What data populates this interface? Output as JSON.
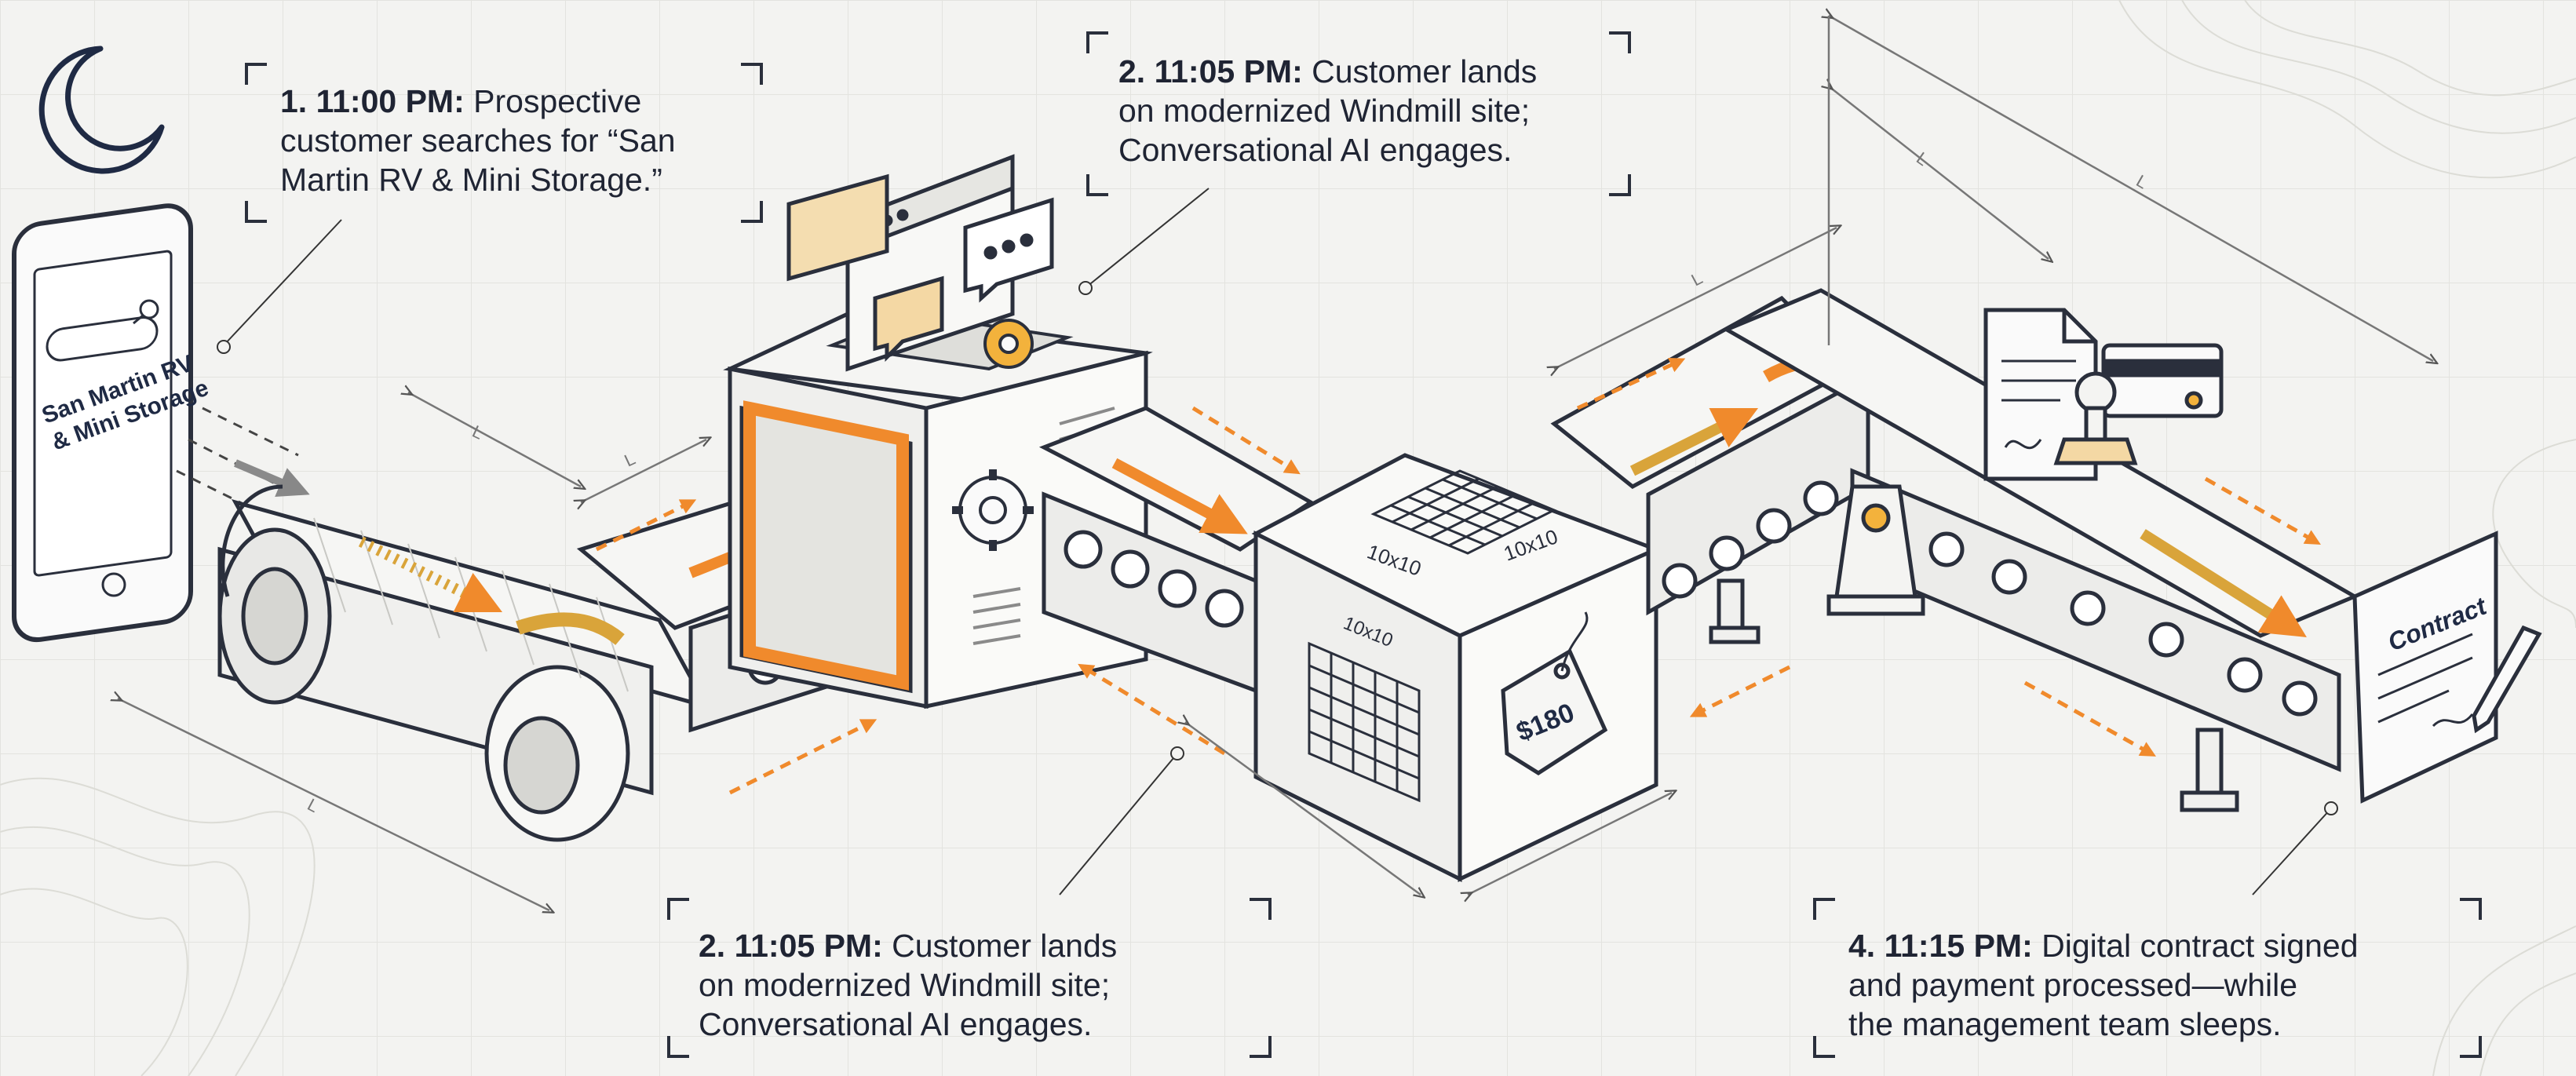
{
  "phone": {
    "search_text_line1": "San Martin RV",
    "search_text_line2": "& Mini Storage"
  },
  "callouts": [
    {
      "step": "1. 11:00 PM:",
      "text_lines": [
        "Prospective",
        "customer searches for “San",
        "Martin RV & Mini Storage.”"
      ]
    },
    {
      "step": "2. 11:05 PM:",
      "text_lines": [
        "Customer lands",
        "on modernized Windmill site;",
        "Conversational AI engages."
      ]
    },
    {
      "step": "2. 11:05 PM:",
      "text_lines": [
        "Customer lands",
        "on modernized Windmill site;",
        "Conversational AI engages."
      ]
    },
    {
      "step": "4. 11:15 PM:",
      "text_lines": [
        "Digital contract signed",
        "and payment processed—while",
        "the management team sleeps."
      ]
    }
  ],
  "unit_box": {
    "top_label": "10x10",
    "side_label": "10x10",
    "front_label": "10x10",
    "price_tag": "$180"
  },
  "contract": {
    "title": "Contract"
  },
  "colors": {
    "accent_orange": "#f08a2c",
    "accent_gold": "#d9a43a",
    "line": "#2a2f3c",
    "paper": "#f3f3f1"
  },
  "icons": [
    "moon-icon",
    "phone-icon",
    "search-icon",
    "chat-bubble-icon",
    "gear-icon",
    "browser-window-icon",
    "price-tag-icon",
    "document-icon",
    "credit-card-icon",
    "stamp-icon",
    "pen-icon"
  ]
}
